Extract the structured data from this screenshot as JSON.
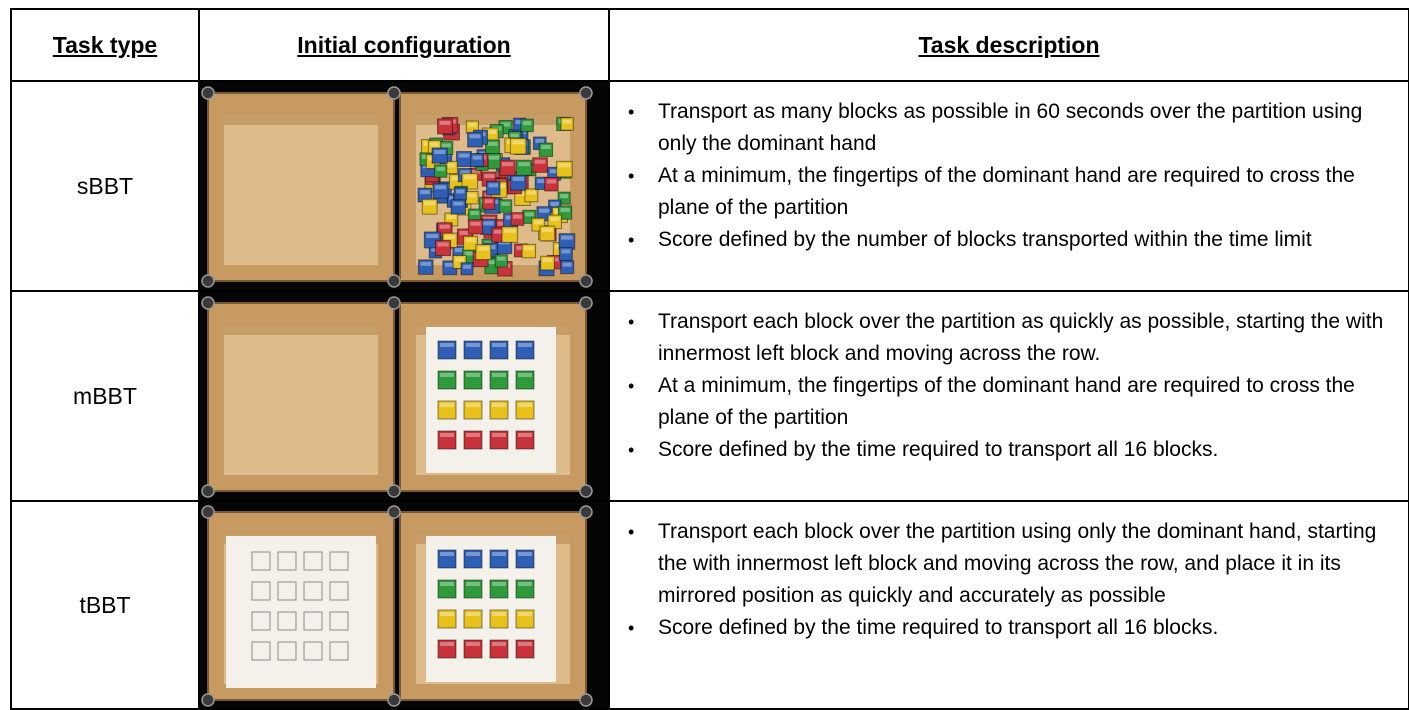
{
  "headers": {
    "task_type": "Task type",
    "initial_configuration": "Initial configuration",
    "task_description": "Task description"
  },
  "rows": [
    {
      "task": "sBBT",
      "configuration": "blocks-scattered-in-right-compartment",
      "bullets": [
        "Transport as many blocks as possible in 60 seconds over the partition using only the dominant hand",
        "At a minimum, the fingertips of the dominant hand are required to cross the plane of the partition",
        "Score defined by the number of blocks transported within the time limit"
      ]
    },
    {
      "task": "mBBT",
      "configuration": "16-blocks-grid-right-compartment",
      "bullets": [
        "Transport each block over the partition as quickly as possible, starting the with innermost left block and moving across the row.",
        "At a minimum, the fingertips of the dominant hand are required to cross the plane of the partition",
        "Score defined by the time required to transport all 16 blocks."
      ]
    },
    {
      "task": "tBBT",
      "configuration": "16-blocks-grid-right-empty-template-left",
      "bullets": [
        "Transport each block over the partition using only the dominant hand, starting the with innermost left block and moving across the row, and place it in its mirrored position as quickly and accurately as possible",
        "Score defined by the time required to transport all 16 blocks."
      ]
    }
  ],
  "colors": {
    "wood": "#c79a62",
    "wood_floor": "#ddbb8a",
    "block_blue": "#2f5fb5",
    "block_green": "#2e9a3c",
    "block_yellow": "#e8c21c",
    "block_red": "#c8323a"
  }
}
